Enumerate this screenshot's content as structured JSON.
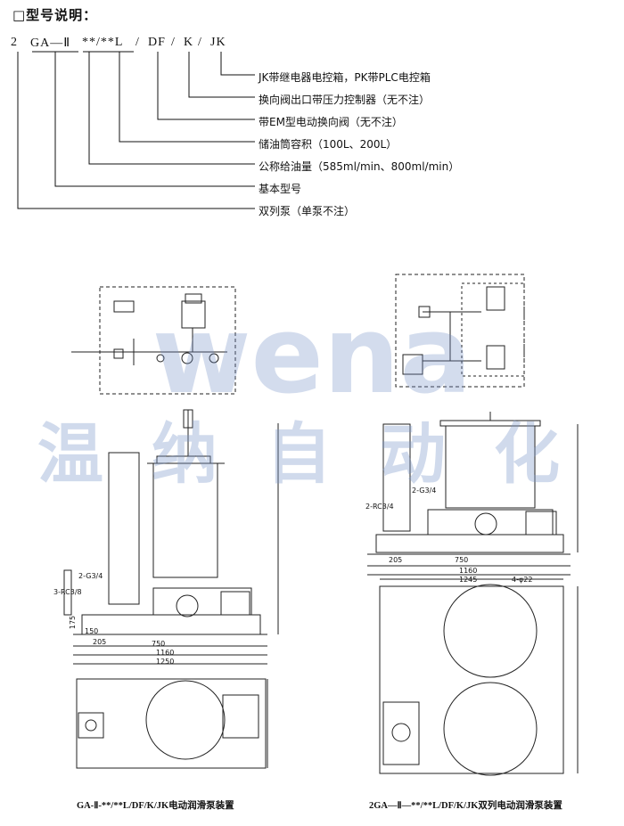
{
  "section_title": "□型号说明：",
  "model_code": {
    "parts": [
      "2",
      "GA—Ⅱ",
      "**/**L",
      "/",
      "DF",
      "/",
      "K",
      "/",
      "JK"
    ]
  },
  "descriptions": [
    "JK带继电器电控箱，PK带PLC电控箱",
    "换向阀出口带压力控制器（无不注）",
    "带EM型电动换向阀（无不注）",
    "储油筒容积（100L、200L）",
    "公称给油量（585ml/min、800ml/min）",
    "基本型号",
    "双列泵（单泵不注）"
  ],
  "watermark": {
    "latin": "wena",
    "chars": [
      "温",
      "纳",
      "自",
      "动",
      "化"
    ]
  },
  "left_drawing": {
    "caption": "GA-Ⅱ-**/**L/DF/K/JK电动润滑泵装置",
    "dims": [
      "750",
      "1160",
      "1250",
      "205",
      "150",
      "175",
      "2-G3/4",
      "3-RC3/8"
    ]
  },
  "right_drawing": {
    "caption": "2GA—Ⅱ—**/**L/DF/K/JK双列电动润滑泵装置",
    "dims": [
      "750",
      "1160",
      "1245",
      "205",
      "2-G3/4",
      "2-RC3/4",
      "4-φ22"
    ]
  }
}
